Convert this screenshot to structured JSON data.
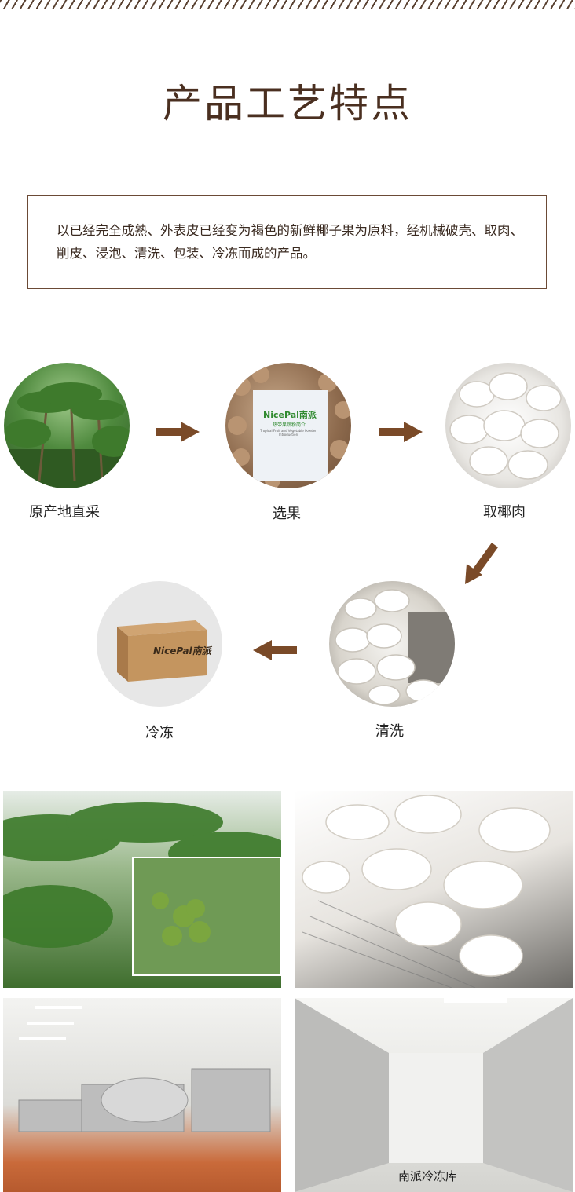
{
  "header": {
    "title": "产品工艺特点"
  },
  "description": "以已经完全成熟、外表皮已经变为褐色的新鲜椰子果为原料，经机械破壳、取肉、削皮、浸泡、清洗、包装、冷冻而成的产品。",
  "process": {
    "steps": [
      {
        "label": "原产地直采"
      },
      {
        "label": "选果"
      },
      {
        "label": "取椰肉"
      },
      {
        "label": "清洗"
      },
      {
        "label": "冷冻"
      }
    ],
    "brand_text": "NicePal南派",
    "bag_subtitle": "热带果蔬粉简介",
    "bag_small": "Tropical Fruit and Vegetable Powder Introduction"
  },
  "gallery": {
    "caption_storage": "南派冷冻库"
  },
  "colors": {
    "accent": "#7a4a28",
    "text": "#3b2a1e",
    "border": "#6b4a36"
  }
}
